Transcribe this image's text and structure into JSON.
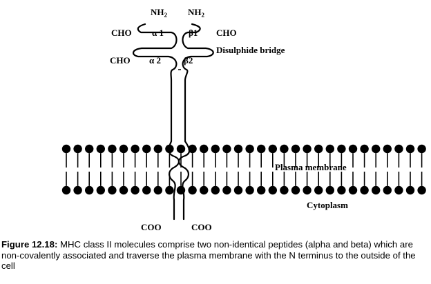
{
  "diagram": {
    "alpha_n_terminus": "NH",
    "beta_n_terminus": "NH",
    "subscript": "2",
    "alpha1": "α 1",
    "alpha2": "α 2",
    "beta1": "β1",
    "beta2": "β2",
    "cho_alpha1": "CHO",
    "cho_alpha2": "CHO",
    "cho_beta1": "CHO",
    "disulphide_label": "Disulphide bridge",
    "membrane_label": "Plasma membrane",
    "cytoplasm_label": "Cytoplasm",
    "alpha_c_terminus": "COO",
    "beta_c_terminus": "COO"
  },
  "caption": {
    "figure_label": "Figure 12.18:",
    "text": " MHC class II molecules comprise two non-identical peptides (alpha and beta) which are non-covalently associated and traverse the plasma membrane with the N terminus to the outside of the cell"
  }
}
